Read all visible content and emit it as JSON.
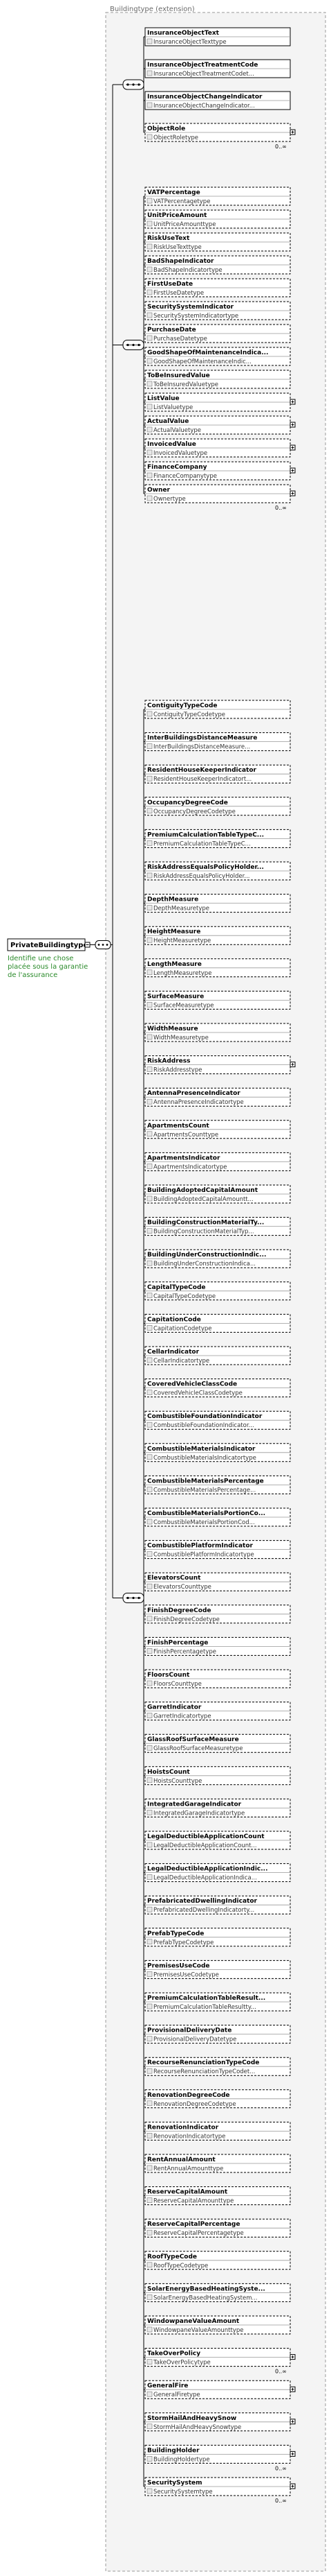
{
  "diagram": {
    "extension_label": "Buildingtype (extension)",
    "root": {
      "name": "PrivateBuildingtype",
      "note": "Identifie une chose placée sous la garantie de l'assurance"
    },
    "groups": [
      {
        "cardinality": "",
        "items": [
          {
            "name": "InsuranceObjectText",
            "type": "InsuranceObjectTexttype",
            "card": "",
            "optional": false,
            "expand": false
          },
          {
            "name": "InsuranceObjectTreatmentCode",
            "type": "InsuranceObjectTreatmentCodet...",
            "card": "",
            "optional": false,
            "expand": false
          },
          {
            "name": "InsuranceObjectChangeIndicator",
            "type": "InsuranceObjectChangeIndicator...",
            "card": "",
            "optional": false,
            "expand": false
          },
          {
            "name": "ObjectRole",
            "type": "ObjectRoletype",
            "card": "0..∞",
            "optional": true,
            "expand": true
          }
        ]
      },
      {
        "cardinality": "",
        "items": [
          {
            "name": "VATPercentage",
            "type": "VATPercentagetype",
            "card": "",
            "optional": true,
            "expand": false
          },
          {
            "name": "UnitPriceAmount",
            "type": "UnitPriceAmounttype",
            "card": "",
            "optional": true,
            "expand": false
          },
          {
            "name": "RiskUseText",
            "type": "RiskUseTexttype",
            "card": "",
            "optional": true,
            "expand": false
          },
          {
            "name": "BadShapeIndicator",
            "type": "BadShapeIndicatortype",
            "card": "",
            "optional": true,
            "expand": false
          },
          {
            "name": "FirstUseDate",
            "type": "FirstUseDatetype",
            "card": "",
            "optional": true,
            "expand": false
          },
          {
            "name": "SecuritySystemIndicator",
            "type": "SecuritySystemIndicatortype",
            "card": "",
            "optional": true,
            "expand": false
          },
          {
            "name": "PurchaseDate",
            "type": "PurchaseDatetype",
            "card": "",
            "optional": true,
            "expand": false
          },
          {
            "name": "GoodShapeOfMaintenanceIndica...",
            "type": "GoodShapeOfMaintenanceIndic...",
            "card": "",
            "optional": true,
            "expand": false
          },
          {
            "name": "ToBeInsuredValue",
            "type": "ToBeInsuredValuetype",
            "card": "",
            "optional": true,
            "expand": false
          },
          {
            "name": "ListValue",
            "type": "ListValuetype",
            "card": "",
            "optional": true,
            "expand": true
          },
          {
            "name": "ActualValue",
            "type": "ActualValuetype",
            "card": "",
            "optional": true,
            "expand": true
          },
          {
            "name": "InvoicedValue",
            "type": "InvoicedValuetype",
            "card": "",
            "optional": true,
            "expand": true
          },
          {
            "name": "FinanceCompany",
            "type": "FinanceCompanytype",
            "card": "",
            "optional": true,
            "expand": true
          },
          {
            "name": "Owner",
            "type": "Ownertype",
            "card": "0..∞",
            "optional": true,
            "expand": true
          }
        ]
      },
      {
        "cardinality": "",
        "items": [
          {
            "name": "ContiguityTypeCode",
            "type": "ContiguityTypeCodetype",
            "card": "",
            "optional": true,
            "expand": false
          },
          {
            "name": "InterBuildingsDistanceMeasure",
            "type": "InterBuildingsDistanceMeasure...",
            "card": "",
            "optional": true,
            "expand": false
          },
          {
            "name": "ResidentHouseKeeperIndicator",
            "type": "ResidentHouseKeeperIndicatort...",
            "card": "",
            "optional": true,
            "expand": false
          },
          {
            "name": "OccupancyDegreeCode",
            "type": "OccupancyDegreeCodetype",
            "card": "",
            "optional": true,
            "expand": false
          },
          {
            "name": "PremiumCalculationTableTypeC...",
            "type": "PremiumCalculationTableTypeC...",
            "card": "",
            "optional": true,
            "expand": false
          },
          {
            "name": "RiskAddressEqualsPolicyHolder...",
            "type": "RiskAddressEqualsPolicyHolder...",
            "card": "",
            "optional": true,
            "expand": false
          },
          {
            "name": "DepthMeasure",
            "type": "DepthMeasuretype",
            "card": "",
            "optional": true,
            "expand": false
          },
          {
            "name": "HeightMeasure",
            "type": "HeightMeasuretype",
            "card": "",
            "optional": true,
            "expand": false
          },
          {
            "name": "LengthMeasure",
            "type": "LengthMeasuretype",
            "card": "",
            "optional": true,
            "expand": false
          },
          {
            "name": "SurfaceMeasure",
            "type": "SurfaceMeasuretype",
            "card": "",
            "optional": true,
            "expand": false
          },
          {
            "name": "WidthMeasure",
            "type": "WidthMeasuretype",
            "card": "",
            "optional": true,
            "expand": false
          },
          {
            "name": "RiskAddress",
            "type": "RiskAddresstype",
            "card": "",
            "optional": true,
            "expand": true
          },
          {
            "name": "AntennaPresenceIndicator",
            "type": "AntennaPresenceIndicatortype",
            "card": "",
            "optional": true,
            "expand": false
          },
          {
            "name": "ApartmentsCount",
            "type": "ApartmentsCounttype",
            "card": "",
            "optional": true,
            "expand": false
          },
          {
            "name": "ApartmentsIndicator",
            "type": "ApartmentsIndicatortype",
            "card": "",
            "optional": true,
            "expand": false
          },
          {
            "name": "BuildingAdoptedCapitalAmount",
            "type": "BuildingAdoptedCapitalAmountt...",
            "card": "",
            "optional": true,
            "expand": false
          },
          {
            "name": "BuildingConstructionMaterialTy...",
            "type": "BuildingConstructionMaterialTyp...",
            "card": "",
            "optional": true,
            "expand": false
          },
          {
            "name": "BuildingUnderConstructionIndic...",
            "type": "BuildingUnderConstructionIndica...",
            "card": "",
            "optional": true,
            "expand": false
          },
          {
            "name": "CapitalTypeCode",
            "type": "CapitalTypeCodetype",
            "card": "",
            "optional": true,
            "expand": false
          },
          {
            "name": "CapitationCode",
            "type": "CapitationCodetype",
            "card": "",
            "optional": true,
            "expand": false
          },
          {
            "name": "CellarIndicator",
            "type": "CellarIndicatortype",
            "card": "",
            "optional": true,
            "expand": false
          },
          {
            "name": "CoveredVehicleClassCode",
            "type": "CoveredVehicleClassCodetype",
            "card": "",
            "optional": true,
            "expand": false
          },
          {
            "name": "CombustibleFoundationIndicator",
            "type": "CombustibleFoundationIndicator...",
            "card": "",
            "optional": true,
            "expand": false
          },
          {
            "name": "CombustibleMaterialsIndicator",
            "type": "CombustibleMaterialsIndicatortype",
            "card": "",
            "optional": true,
            "expand": false
          },
          {
            "name": "CombustibleMaterialsPercentage",
            "type": "CombustibleMaterialsPercentage...",
            "card": "",
            "optional": true,
            "expand": false
          },
          {
            "name": "CombustibleMaterialsPortionCo...",
            "type": "CombustibleMaterialsPortionCod...",
            "card": "",
            "optional": true,
            "expand": false
          },
          {
            "name": "CombustiblePlatformIndicator",
            "type": "CombustiblePlatformIndicatortype",
            "card": "",
            "optional": true,
            "expand": false
          },
          {
            "name": "ElevatorsCount",
            "type": "ElevatorsCounttype",
            "card": "",
            "optional": true,
            "expand": false
          },
          {
            "name": "FinishDegreeCode",
            "type": "FinishDegreeCodetype",
            "card": "",
            "optional": true,
            "expand": false
          },
          {
            "name": "FinishPercentage",
            "type": "FinishPercentagetype",
            "card": "",
            "optional": true,
            "expand": false
          },
          {
            "name": "FloorsCount",
            "type": "FloorsCounttype",
            "card": "",
            "optional": true,
            "expand": false
          },
          {
            "name": "GarretIndicator",
            "type": "GarretIndicatortype",
            "card": "",
            "optional": true,
            "expand": false
          },
          {
            "name": "GlassRoofSurfaceMeasure",
            "type": "GlassRoofSurfaceMeasuretype",
            "card": "",
            "optional": true,
            "expand": false
          },
          {
            "name": "HoistsCount",
            "type": "HoistsCounttype",
            "card": "",
            "optional": true,
            "expand": false
          },
          {
            "name": "IntegratedGarageIndicator",
            "type": "IntegratedGarageIndicatortype",
            "card": "",
            "optional": true,
            "expand": false
          },
          {
            "name": "LegalDeductibleApplicationCount",
            "type": "LegalDeductibleApplicationCount...",
            "card": "",
            "optional": true,
            "expand": false
          },
          {
            "name": "LegalDeductibleApplicationIndic...",
            "type": "LegalDeductibleApplicationIndica...",
            "card": "",
            "optional": true,
            "expand": false
          },
          {
            "name": "PrefabricatedDwellingIndicator",
            "type": "PrefabricatedDwellingIndicatorty...",
            "card": "",
            "optional": true,
            "expand": false
          },
          {
            "name": "PrefabTypeCode",
            "type": "PrefabTypeCodetype",
            "card": "",
            "optional": true,
            "expand": false
          },
          {
            "name": "PremisesUseCode",
            "type": "PremisesUseCodetype",
            "card": "",
            "optional": true,
            "expand": false
          },
          {
            "name": "PremiumCalculationTableResult...",
            "type": "PremiumCalculationTableResultty...",
            "card": "",
            "optional": true,
            "expand": false
          },
          {
            "name": "ProvisionalDeliveryDate",
            "type": "ProvisionalDeliveryDatetype",
            "card": "",
            "optional": true,
            "expand": false
          },
          {
            "name": "RecourseRenunciationTypeCode",
            "type": "RecourseRenunciationTypeCodet...",
            "card": "",
            "optional": true,
            "expand": false
          },
          {
            "name": "RenovationDegreeCode",
            "type": "RenovationDegreeCodetype",
            "card": "",
            "optional": true,
            "expand": false
          },
          {
            "name": "RenovationIndicator",
            "type": "RenovationIndicatortype",
            "card": "",
            "optional": true,
            "expand": false
          },
          {
            "name": "RentAnnualAmount",
            "type": "RentAnnualAmounttype",
            "card": "",
            "optional": true,
            "expand": false
          },
          {
            "name": "ReserveCapitalAmount",
            "type": "ReserveCapitalAmounttype",
            "card": "",
            "optional": true,
            "expand": false
          },
          {
            "name": "ReserveCapitalPercentage",
            "type": "ReserveCapitalPercentagetype",
            "card": "",
            "optional": true,
            "expand": false
          },
          {
            "name": "RoofTypeCode",
            "type": "RoofTypeCodetype",
            "card": "",
            "optional": true,
            "expand": false
          },
          {
            "name": "SolarEnergyBasedHeatingSyste...",
            "type": "SolarEnergyBasedHeatingSystem...",
            "card": "",
            "optional": true,
            "expand": false
          },
          {
            "name": "WindowpaneValueAmount",
            "type": "WindowpaneValueAmounttype",
            "card": "",
            "optional": true,
            "expand": false
          },
          {
            "name": "TakeOverPolicy",
            "type": "TakeOverPolicytype",
            "card": "0..∞",
            "optional": true,
            "expand": true
          },
          {
            "name": "GeneralFire",
            "type": "GeneralFiretype",
            "card": "",
            "optional": true,
            "expand": true
          },
          {
            "name": "StormHailAndHeavySnow",
            "type": "StormHailAndHeavySnowtype",
            "card": "",
            "optional": true,
            "expand": true
          },
          {
            "name": "BuildingHolder",
            "type": "BuildingHoldertype",
            "card": "0..∞",
            "optional": true,
            "expand": true
          },
          {
            "name": "SecuritySystem",
            "type": "SecuritySystemtype",
            "card": "0..∞",
            "optional": true,
            "expand": true
          }
        ]
      }
    ]
  }
}
